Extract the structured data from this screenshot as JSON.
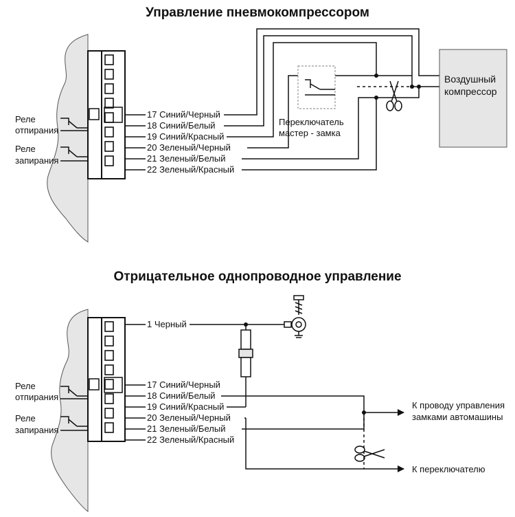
{
  "top": {
    "title": "Управление пневмокомпрессором",
    "relay_unlock": [
      "Реле",
      "отпирания"
    ],
    "relay_lock": [
      "Реле",
      "запирания"
    ],
    "wires": [
      "17 Синий/Черный",
      "18 Синий/Белый",
      "19 Синий/Красный",
      "20 Зеленый/Черный",
      "21 Зеленый/Белый",
      "22 Зеленый/Красный"
    ],
    "switch_label": [
      "Переключатель",
      "мастер - замка"
    ],
    "compressor_label": [
      "Воздушный",
      "компрессор"
    ]
  },
  "bottom": {
    "title": "Отрицательное однопроводное управление",
    "relay_unlock": [
      "Реле",
      "отпирания"
    ],
    "relay_lock": [
      "Реле",
      "запирания"
    ],
    "wires": [
      "1 Черный",
      "17 Синий/Черный",
      "18 Синий/Белый",
      "19 Синий/Красный",
      "20 Зеленый/Черный",
      "21 Зеленый/Белый",
      "22 Зеленый/Красный"
    ],
    "to_lock_wire": [
      "К проводу управления",
      "замками автомашины"
    ],
    "to_switch": "К переключателю"
  }
}
